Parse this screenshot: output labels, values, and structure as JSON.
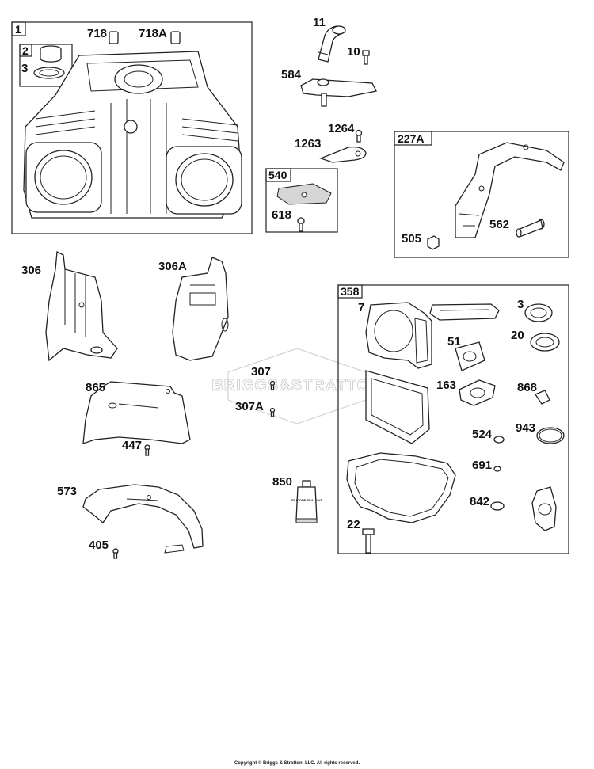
{
  "watermark": "BRIGGS&STRATTON",
  "copyright": "Copyright © Briggs & Stratton, LLC. All rights reserved.",
  "groups": [
    {
      "id": "1",
      "label": "1"
    },
    {
      "id": "2",
      "label": "2"
    },
    {
      "id": "540",
      "label": "540"
    },
    {
      "id": "227A",
      "label": "227A"
    },
    {
      "id": "358",
      "label": "358"
    }
  ],
  "labels": [
    {
      "id": "718",
      "text": "718"
    },
    {
      "id": "718A",
      "text": "718A"
    },
    {
      "id": "3a",
      "text": "3"
    },
    {
      "id": "11",
      "text": "11"
    },
    {
      "id": "10",
      "text": "10"
    },
    {
      "id": "584",
      "text": "584"
    },
    {
      "id": "1264",
      "text": "1264"
    },
    {
      "id": "1263",
      "text": "1263"
    },
    {
      "id": "618",
      "text": "618"
    },
    {
      "id": "562",
      "text": "562"
    },
    {
      "id": "505",
      "text": "505"
    },
    {
      "id": "306",
      "text": "306"
    },
    {
      "id": "306A",
      "text": "306A"
    },
    {
      "id": "865",
      "text": "865"
    },
    {
      "id": "447",
      "text": "447"
    },
    {
      "id": "307",
      "text": "307"
    },
    {
      "id": "307A",
      "text": "307A"
    },
    {
      "id": "573",
      "text": "573"
    },
    {
      "id": "405",
      "text": "405"
    },
    {
      "id": "850",
      "text": "850"
    },
    {
      "id": "7",
      "text": "7"
    },
    {
      "id": "3b",
      "text": "3"
    },
    {
      "id": "20",
      "text": "20"
    },
    {
      "id": "51",
      "text": "51"
    },
    {
      "id": "163",
      "text": "163"
    },
    {
      "id": "868",
      "text": "868"
    },
    {
      "id": "524",
      "text": "524"
    },
    {
      "id": "943",
      "text": "943"
    },
    {
      "id": "691",
      "text": "691"
    },
    {
      "id": "842",
      "text": "842"
    },
    {
      "id": "22",
      "text": "22"
    }
  ],
  "tube_text": "SILICONE SEALANT"
}
